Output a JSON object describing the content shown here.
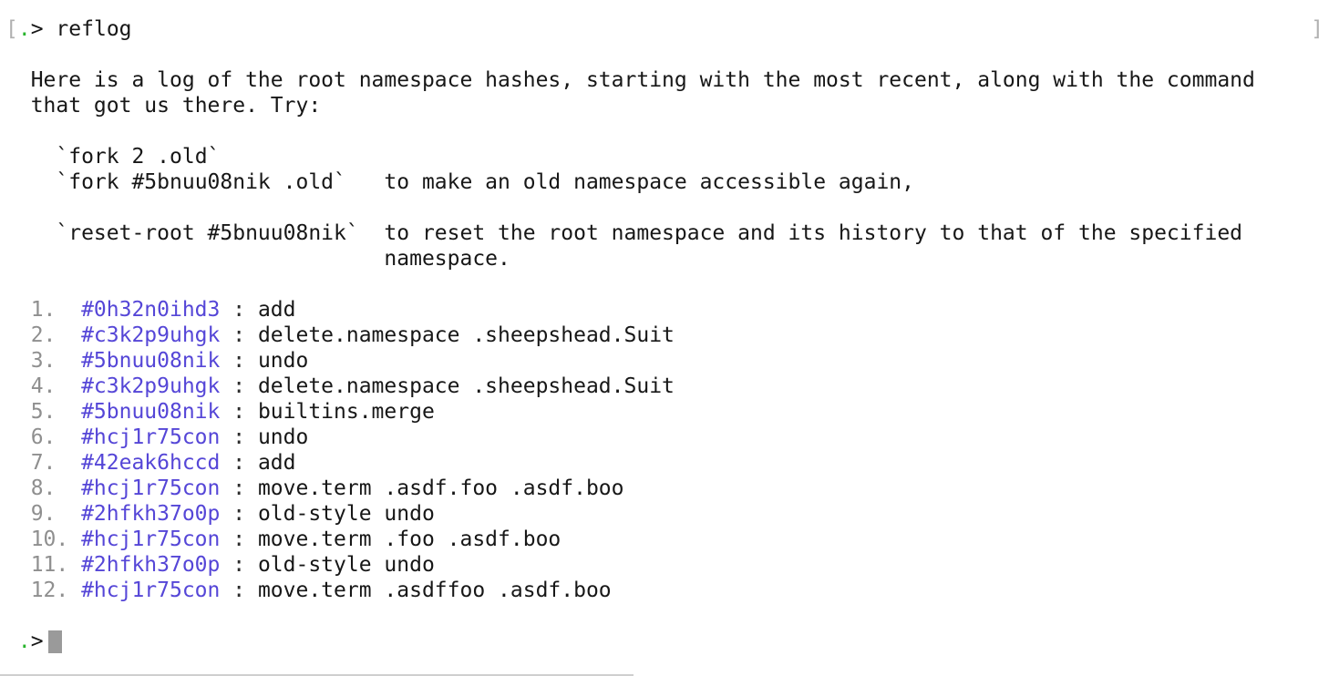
{
  "colors": {
    "background": "#ffffff",
    "text": "#171717",
    "hash_accent": "#5546d7",
    "number_gray": "#8f8f8f",
    "bracket_gray": "#b0b0b0",
    "prompt_green": "#28b42c",
    "cursor_gray": "#9a9a9a"
  },
  "header": {
    "bracket_open": "[",
    "prompt_dot": ".",
    "prompt_arrow": ">",
    "command": " reflog",
    "bracket_close": "]"
  },
  "intro": {
    "line1": "Here is a log of the root namespace hashes, starting with the most recent, along with the command",
    "line2": "that got us there. Try:"
  },
  "tips": {
    "fork_line1": "`fork 2 .old`",
    "fork_line2": "`fork #5bnuu08nik .old`   to make an old namespace accessible again,",
    "reset_line1": "`reset-root #5bnuu08nik`  to reset the root namespace and its history to that of the specified",
    "reset_line2": "namespace."
  },
  "reflog": {
    "separator": " : ",
    "entries": [
      {
        "num": "1.",
        "hash": "#0h32n0ihd3",
        "command": "add"
      },
      {
        "num": "2.",
        "hash": "#c3k2p9uhgk",
        "command": "delete.namespace .sheepshead.Suit"
      },
      {
        "num": "3.",
        "hash": "#5bnuu08nik",
        "command": "undo"
      },
      {
        "num": "4.",
        "hash": "#c3k2p9uhgk",
        "command": "delete.namespace .sheepshead.Suit"
      },
      {
        "num": "5.",
        "hash": "#5bnuu08nik",
        "command": "builtins.merge"
      },
      {
        "num": "6.",
        "hash": "#hcj1r75con",
        "command": "undo"
      },
      {
        "num": "7.",
        "hash": "#42eak6hccd",
        "command": "add"
      },
      {
        "num": "8.",
        "hash": "#hcj1r75con",
        "command": "move.term .asdf.foo .asdf.boo"
      },
      {
        "num": "9.",
        "hash": "#2hfkh37o0p",
        "command": "old-style undo"
      },
      {
        "num": "10.",
        "hash": "#hcj1r75con",
        "command": "move.term .foo .asdf.boo"
      },
      {
        "num": "11.",
        "hash": "#2hfkh37o0p",
        "command": "old-style undo"
      },
      {
        "num": "12.",
        "hash": "#hcj1r75con",
        "command": "move.term .asdffoo .asdf.boo"
      }
    ]
  },
  "prompt": {
    "dot": ".",
    "arrow": ">"
  }
}
